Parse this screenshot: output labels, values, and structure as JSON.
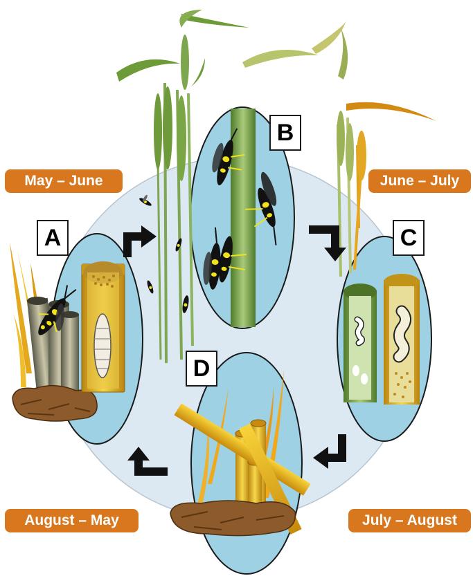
{
  "stages": [
    {
      "letter": "A"
    },
    {
      "letter": "B"
    },
    {
      "letter": "C"
    },
    {
      "letter": "D"
    }
  ],
  "seasons": {
    "may_june": "May – June",
    "june_july": "June – July",
    "july_august": "July – August",
    "august_may": "August – May"
  },
  "colors": {
    "season_badge": "#d8771e",
    "cycle_background": "#dde9f2",
    "stage_ellipse": "#9dd1e3",
    "green_stem": "#7ea64e",
    "golden_stem": "#e0b31c",
    "wasp_black": "#111111",
    "wasp_yellow": "#f0e21b",
    "arrow": "#111111",
    "soil": "#8c5a2b"
  },
  "icons": [
    "cycle-arrow-icon",
    "sawfly-wasp-icon",
    "larva-icon",
    "wheat-plant-icon",
    "stubble-icon"
  ]
}
